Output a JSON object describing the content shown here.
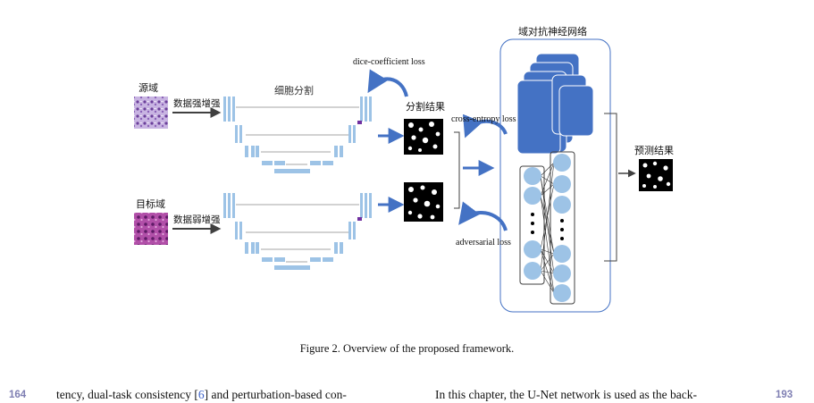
{
  "figure": {
    "labels": {
      "source_domain": "源域",
      "target_domain": "目标域",
      "strong_aug": "数据强增强",
      "weak_aug": "数据弱增强",
      "cell_seg": "细胞分割",
      "seg_result": "分割结果",
      "adversarial_net": "域对抗神经网络",
      "pred_result": "预测结果",
      "dice_loss": "dice-coefficient loss",
      "ce_loss": "cross-entropy loss",
      "adv_loss": "adversarial loss"
    },
    "colors": {
      "unet_block": "#9dc3e6",
      "arrow": "#4472c4",
      "conv_block": "#4472c4",
      "neuron": "#9dc3e6",
      "source_tile": "#b29ad3",
      "target_tile": "#a23c9a"
    },
    "caption": "Figure 2. Overview of the proposed framework."
  },
  "page": {
    "line_left": "164",
    "line_right": "193",
    "left_text_a": "tency, dual-task consistency [",
    "left_cite": "6",
    "left_text_b": "] and perturbation-based con-",
    "right_text": "In this chapter, the U-Net network is used as the back-"
  }
}
